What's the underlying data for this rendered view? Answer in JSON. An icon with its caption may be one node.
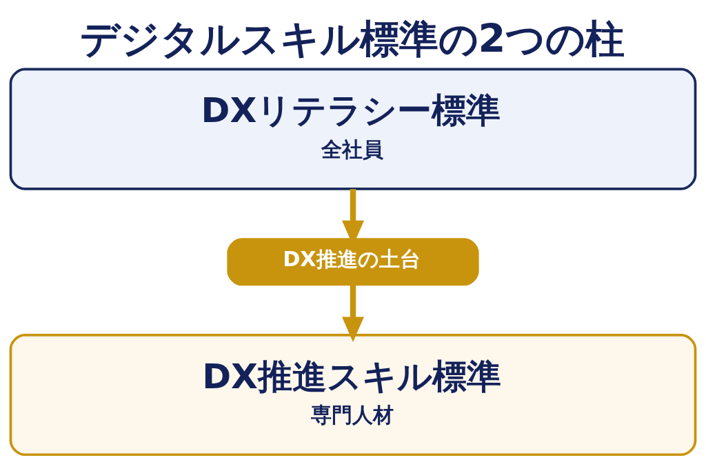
{
  "diagram": {
    "title": "デジタルスキル標準の2つの柱",
    "nodes": [
      {
        "text": [
          "DXリテラシー標準",
          "全社員"
        ]
      },
      {
        "text": [
          "DX推進の土台"
        ]
      },
      {
        "text": [
          "DX推進スキル標準",
          "専門人材"
        ]
      }
    ],
    "edges": [
      {
        "from": 0,
        "to": 1,
        "arrow": "to"
      },
      {
        "from": 1,
        "to": 2,
        "arrow": "to"
      }
    ]
  }
}
